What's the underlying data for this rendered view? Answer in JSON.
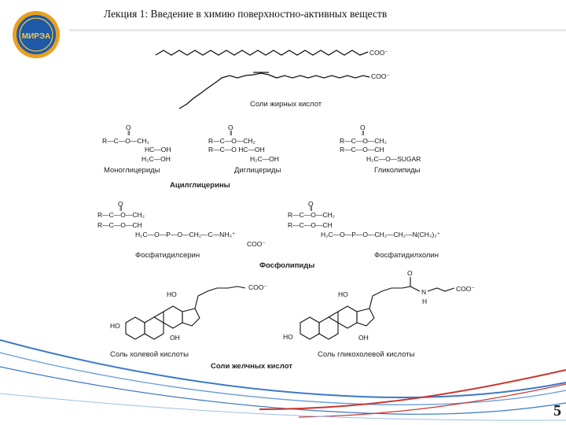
{
  "header": {
    "title": "Лекция 1: Введение в химию поверхностно-активных веществ",
    "logo_text": "МИРЭА"
  },
  "figure": {
    "fatty_acid_salts": {
      "anion_label_1": "COO⁻",
      "anion_label_2": "COO⁻",
      "caption": "Соли жирных кислот"
    },
    "acylglycerols": {
      "mono": {
        "rows": [
          "R—C—O—CH₂",
          "HC—OH",
          "H₂C—OH"
        ],
        "caption": "Моноглицериды"
      },
      "di": {
        "rows": [
          "R—C—O—CH₂",
          "R—C—O HC—OH",
          "H₂C—OH"
        ],
        "caption": "Диглицериды"
      },
      "glyco": {
        "rows": [
          "R—C—O—CH₂",
          "R—C—O—CH",
          "H₂C—O—SUGAR"
        ],
        "caption": "Гликолипиды"
      },
      "group_caption": "Ацилглицерины"
    },
    "phospholipids": {
      "serine": {
        "rows": [
          "R—C—O—CH₂",
          "R—C—O—CH",
          "H₂C—O—P—O—CH₂—C—NH₃⁺",
          "COO⁻"
        ],
        "caption": "Фосфатидилсерин"
      },
      "choline": {
        "rows": [
          "R—C—O—CH₂",
          "R—C—O—CH",
          "H₂C—O—P—O—CH₂—CH₂—N(CH₃)₃⁺"
        ],
        "caption": "Фосфатидилхолин"
      },
      "group_caption": "Фосфолипиды"
    },
    "bile_salts": {
      "cholate": {
        "anion": "COO⁻",
        "hydroxyls": [
          "HO",
          "HO",
          "OH"
        ],
        "caption": "Соль холевой кислоты"
      },
      "glycocholate": {
        "anion": "COO⁻",
        "amide": "N",
        "hydroxyls": [
          "HO",
          "HO",
          "OH"
        ],
        "caption": "Соль гликохолевой кислоты"
      },
      "group_caption": "Соли желчных кислот"
    }
  },
  "footer": {
    "slide_number": "5"
  },
  "colors": {
    "wave_blue": "#3c78c8",
    "wave_red": "#c8372d",
    "logo_blue": "#1e5aa6",
    "logo_gold": "#e8a020"
  }
}
